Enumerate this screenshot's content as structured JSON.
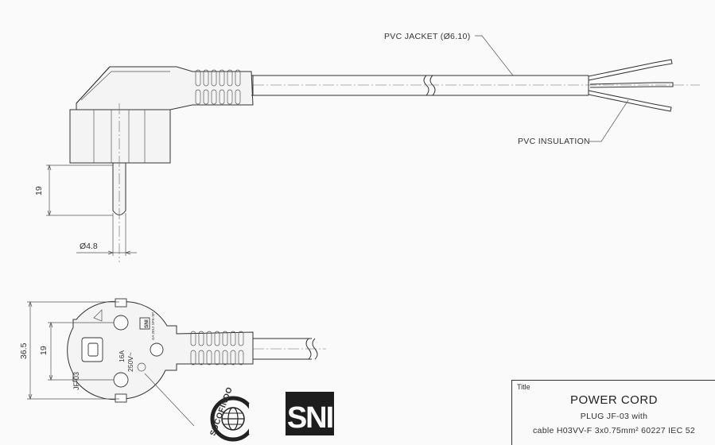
{
  "labels": {
    "pvc_jacket": "PVC JACKET (Ø6.10)",
    "pvc_insulation": "PVC INSULATION",
    "dim_19_top": "19",
    "dim_pin": "Ø4.8",
    "dim_36_5": "36.5",
    "dim_19_bottom": "19"
  },
  "plug_face": {
    "model": "JF-03",
    "rating_current": "16A",
    "rating_voltage": "250V~",
    "sni_mark": "SNI",
    "approval_text": "GA 2012 SPK-SP"
  },
  "logos": {
    "sucofindo": "SUCOFINDO",
    "sni": "SNI"
  },
  "title_block": {
    "label": "Title",
    "title": "POWER CORD",
    "line1": "PLUG JF-03 with",
    "line2": "cable H03VV-F 3x0.75mm² 60227 IEC 52"
  }
}
